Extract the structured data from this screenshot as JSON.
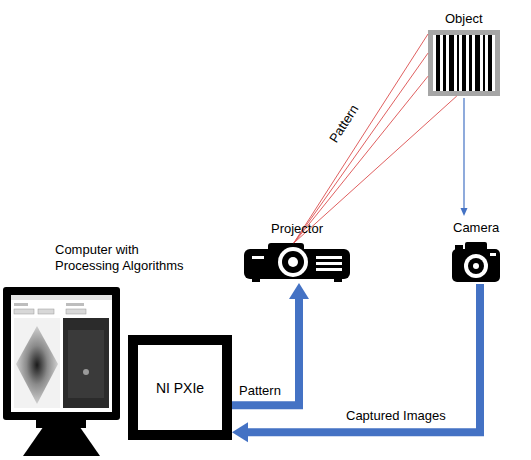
{
  "diagram": {
    "nodes": [
      {
        "text": [
          "Object"
        ]
      },
      {
        "text": [
          "Computer with Processing Algorithms"
        ]
      },
      {
        "text": [
          "Projector"
        ]
      },
      {
        "text": [
          "Camera"
        ]
      },
      {
        "text": [
          "NI PXIe"
        ]
      }
    ],
    "edges": [
      {
        "from": 2,
        "to": 0,
        "arrow": "none",
        "label": "Pattern"
      },
      {
        "from": 0,
        "to": 3,
        "arrow": "to"
      },
      {
        "from": 4,
        "to": 2,
        "arrow": "to",
        "label": "Pattern"
      },
      {
        "from": 3,
        "to": 4,
        "arrow": "to",
        "label": "Captured Images"
      }
    ]
  }
}
